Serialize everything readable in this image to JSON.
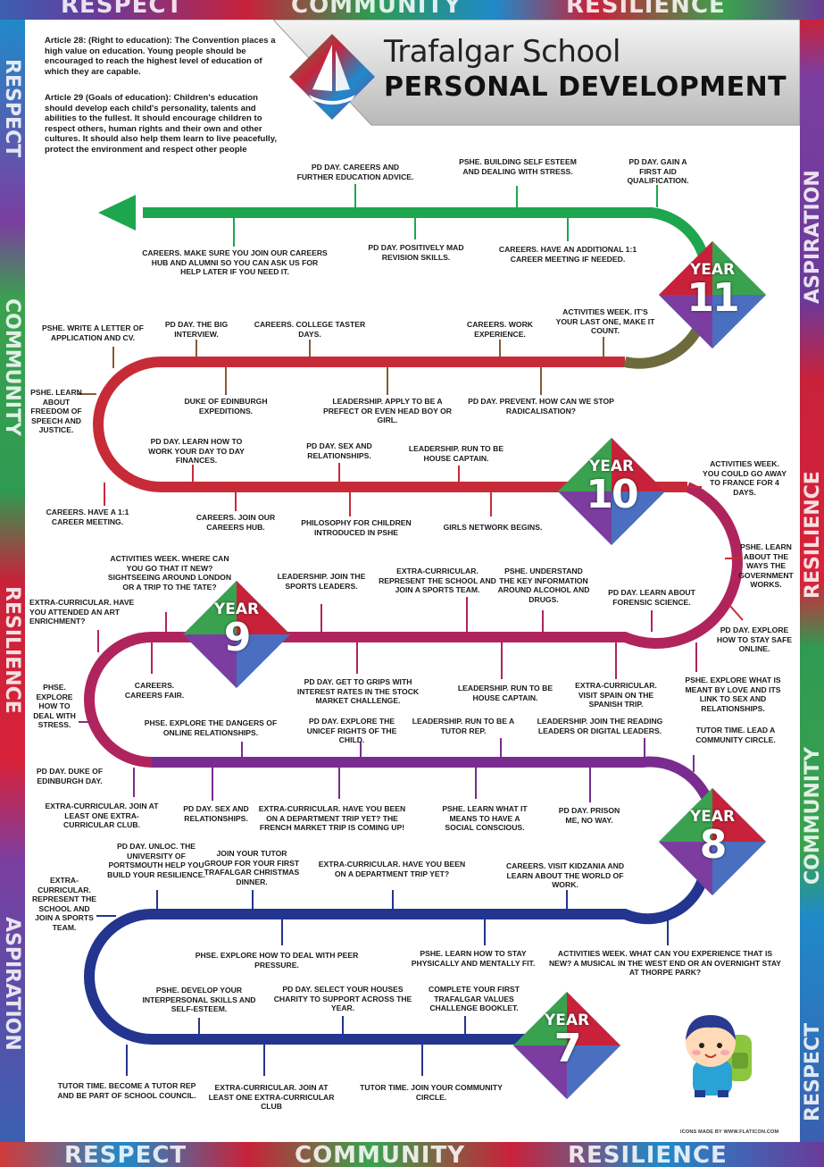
{
  "bands": {
    "top": [
      "RESPECT",
      "COMMUNITY",
      "RESILIENCE"
    ],
    "bottom": [
      "RESPECT",
      "COMMUNITY",
      "RESILIENCE"
    ],
    "left": [
      "RESPECT",
      "COMMUNITY",
      "RESILIENCE",
      "ASPIRATION"
    ],
    "right": [
      "ASPIRATION",
      "RESILIENCE",
      "COMMUNITY",
      "RESPECT"
    ]
  },
  "header": {
    "school": "Trafalgar School",
    "subtitle": "PERSONAL DEVELOPMENT",
    "logo_icon": "sailboat-icon"
  },
  "articles": [
    "Article 28: (Right to education): The Convention places a high value on education. Young people should be encouraged to reach the highest level of education of which they are capable.",
    "Article 29 (Goals of education): Children's education should develop each child's personality, talents and abilities to the fullest. It should encourage children to respect others, human rights and their own and other cultures. It should also help them learn to live peacefully, protect the environment and respect other people"
  ],
  "years": [
    {
      "word": "YEAR",
      "num": "7"
    },
    {
      "word": "YEAR",
      "num": "8"
    },
    {
      "word": "YEAR",
      "num": "9"
    },
    {
      "word": "YEAR",
      "num": "10"
    },
    {
      "word": "YEAR",
      "num": "11"
    }
  ],
  "labels": {
    "y11": [
      "PD DAY. CAREERS AND FURTHER EDUCATION ADVICE.",
      "PSHE. BUILDING SELF ESTEEM AND DEALING WITH STRESS.",
      "PD DAY. GAIN A FIRST AID QUALIFICATION.",
      "CAREERS. MAKE SURE YOU JOIN OUR CAREERS HUB AND ALUMNI SO YOU CAN ASK US FOR HELP LATER IF YOU NEED IT.",
      "PD DAY. POSITIVELY MAD REVISION SKILLS.",
      "CAREERS. HAVE AN ADDITIONAL 1:1 CAREER MEETING IF NEEDED."
    ],
    "y10": [
      "PSHE. WRITE A LETTER OF APPLICATION AND CV.",
      "PD DAY. THE BIG INTERVIEW.",
      "CAREERS. COLLEGE TASTER DAYS.",
      "CAREERS. WORK EXPERIENCE.",
      "ACTIVITIES WEEK. IT'S YOUR LAST ONE, MAKE IT COUNT.",
      "PSHE. LEARN ABOUT FREEDOM OF SPEECH AND JUSTICE.",
      "DUKE OF EDINBURGH EXPEDITIONS.",
      "LEADERSHIP. APPLY TO BE A PREFECT OR EVEN HEAD BOY OR GIRL.",
      "PD DAY. PREVENT. HOW CAN WE STOP RADICALISATION?",
      "PD DAY. LEARN HOW TO WORK YOUR DAY TO DAY FINANCES.",
      "PD DAY. SEX AND RELATIONSHIPS.",
      "LEADERSHIP. RUN TO BE HOUSE CAPTAIN.",
      "CAREERS. HAVE A 1:1 CAREER MEETING.",
      "CAREERS. JOIN OUR CAREERS HUB.",
      "PHILOSOPHY FOR CHILDREN INTRODUCED IN PSHE",
      "GIRLS NETWORK BEGINS.",
      "ACTIVITIES WEEK. YOU COULD GO AWAY TO FRANCE FOR 4 DAYS.",
      "PSHE. LEARN ABOUT THE WAYS THE GOVERNMENT WORKS.",
      "PD DAY. EXPLORE HOW TO STAY SAFE ONLINE."
    ],
    "y9": [
      "ACTIVITIES WEEK. WHERE CAN YOU GO THAT IT NEW? SIGHTSEEING AROUND LONDON OR A TRIP TO THE TATE?",
      "EXTRA-CURRICULAR. HAVE YOU ATTENDED AN ART ENRICHMENT?",
      "LEADERSHIP. JOIN THE SPORTS LEADERS.",
      "EXTRA-CURRICULAR. REPRESENT THE SCHOOL AND JOIN A SPORTS TEAM.",
      "PSHE. UNDERSTAND THE KEY INFORMATION AROUND ALCOHOL AND DRUGS.",
      "PD DAY. LEARN ABOUT FORENSIC SCIENCE.",
      "CAREERS. CAREERS FAIR.",
      "PD DAY. GET TO GRIPS WITH INTEREST RATES IN THE STOCK MARKET CHALLENGE.",
      "LEADERSHIP. RUN TO BE HOUSE CAPTAIN.",
      "EXTRA-CURRICULAR. VISIT SPAIN ON THE SPANISH TRIP.",
      "PSHE. EXPLORE WHAT IS MEANT BY LOVE AND ITS LINK TO SEX AND RELATIONSHIPS.",
      "PHSE. EXPLORE HOW TO DEAL WITH STRESS.",
      "PHSE. EXPLORE THE DANGERS OF ONLINE RELATIONSHIPS.",
      "PD DAY. EXPLORE THE UNICEF RIGHTS OF THE CHILD.",
      "LEADERSHIP. RUN TO BE A TUTOR REP.",
      "LEADERSHIP. JOIN THE READING LEADERS OR DIGITAL LEADERS.",
      "TUTOR TIME. LEAD A COMMUNITY CIRCLE.",
      "PD DAY. DUKE OF EDINBURGH DAY."
    ],
    "y8": [
      "EXTRA-CURRICULAR. JOIN AT LEAST ONE EXTRA-CURRICULAR CLUB.",
      "PD DAY. SEX AND RELATIONSHIPS.",
      "EXTRA-CURRICULAR. HAVE YOU BEEN ON A DEPARTMENT TRIP YET? THE FRENCH MARKET TRIP IS COMING UP!",
      "PSHE. LEARN WHAT IT MEANS TO HAVE A SOCIAL CONSCIOUS.",
      "PD DAY. PRISON ME, NO WAY.",
      "PD DAY. UNLOC. THE UNIVERSITY OF PORTSMOUTH HELP YOU BUILD YOUR RESILIENCE.",
      "JOIN YOUR TUTOR GROUP FOR YOUR FIRST TRAFALGAR CHRISTMAS DINNER.",
      "EXTRA-CURRICULAR. HAVE YOU BEEN ON A DEPARTMENT TRIP YET?",
      "CAREERS. VISIT KIDZANIA AND LEARN ABOUT THE WORLD OF WORK.",
      "EXTRA-CURRICULAR. REPRESENT THE SCHOOL AND JOIN A SPORTS TEAM."
    ],
    "y7": [
      "PHSE. EXPLORE HOW TO DEAL WITH PEER PRESSURE.",
      "PSHE. LEARN HOW TO STAY PHYSICALLY AND MENTALLY FIT.",
      "ACTIVITIES WEEK. WHAT CAN YOU EXPERIENCE THAT IS NEW? A MUSICAL IN THE WEST END OR AN OVERNIGHT STAY AT THORPE PARK?",
      "PSHE. DEVELOP YOUR INTERPERSONAL SKILLS AND SELF-ESTEEM.",
      "PD DAY. SELECT YOUR HOUSES CHARITY TO SUPPORT ACROSS THE YEAR.",
      "COMPLETE YOUR FIRST TRAFALGAR VALUES CHALLENGE BOOKLET.",
      "TUTOR TIME. BECOME A TUTOR REP AND BE PART OF SCHOOL COUNCIL.",
      "EXTRA-CURRICULAR. JOIN AT LEAST ONE EXTRA-CURRICULAR CLUB",
      "TUTOR TIME. JOIN YOUR COMMUNITY CIRCLE."
    ]
  },
  "credit": "ICONS MADE BY WWW.FLATICON.COM",
  "student_icon": "student-with-backpack-icon"
}
